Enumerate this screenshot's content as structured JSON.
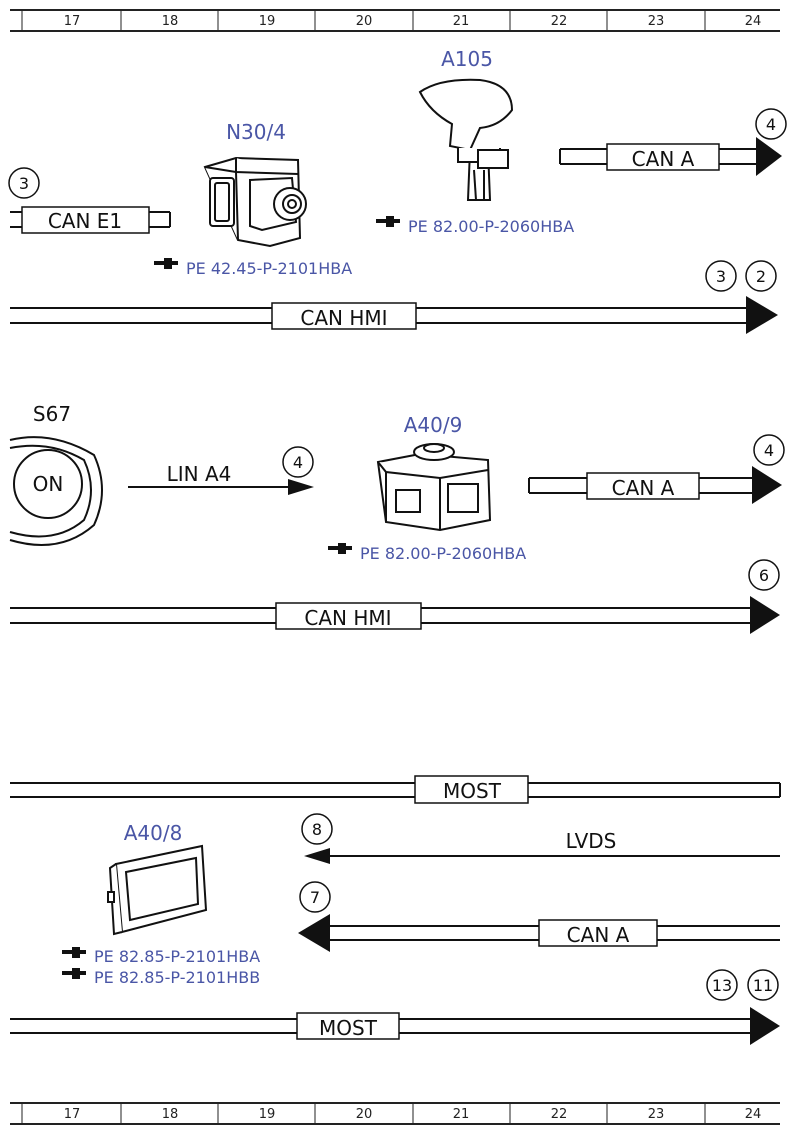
{
  "grid": {
    "columns": [
      "17",
      "18",
      "19",
      "20",
      "21",
      "22",
      "23",
      "24"
    ]
  },
  "components": {
    "n30_4": {
      "code": "N30/4",
      "ref": "PE 42.45-P-2101HBA"
    },
    "a105": {
      "code": "A105",
      "ref": "PE 82.00-P-2060HBA"
    },
    "s67": {
      "code": "S67",
      "button_text": "ON"
    },
    "a40_9": {
      "code": "A40/9",
      "ref": "PE 82.00-P-2060HBA"
    },
    "a40_8": {
      "code": "A40/8",
      "ref1": "PE 82.85-P-2101HBA",
      "ref2": "PE 82.85-P-2101HBB"
    }
  },
  "buses": {
    "can_e1": "CAN E1",
    "can_a_1": "CAN A",
    "can_hmi_1": "CAN HMI",
    "lin_a4": "LIN A4",
    "can_a_2": "CAN A",
    "can_hmi_2": "CAN HMI",
    "most_1": "MOST",
    "lvds": "LVDS",
    "can_a_3": "CAN A",
    "most_2": "MOST"
  },
  "connectors": {
    "c_3_left": "3",
    "c_4_top": "4",
    "c_3_hmi": "3",
    "c_2_hmi": "2",
    "c_4_lin": "4",
    "c_4_cana2": "4",
    "c_6": "6",
    "c_8": "8",
    "c_7": "7",
    "c_13": "13",
    "c_11": "11"
  }
}
